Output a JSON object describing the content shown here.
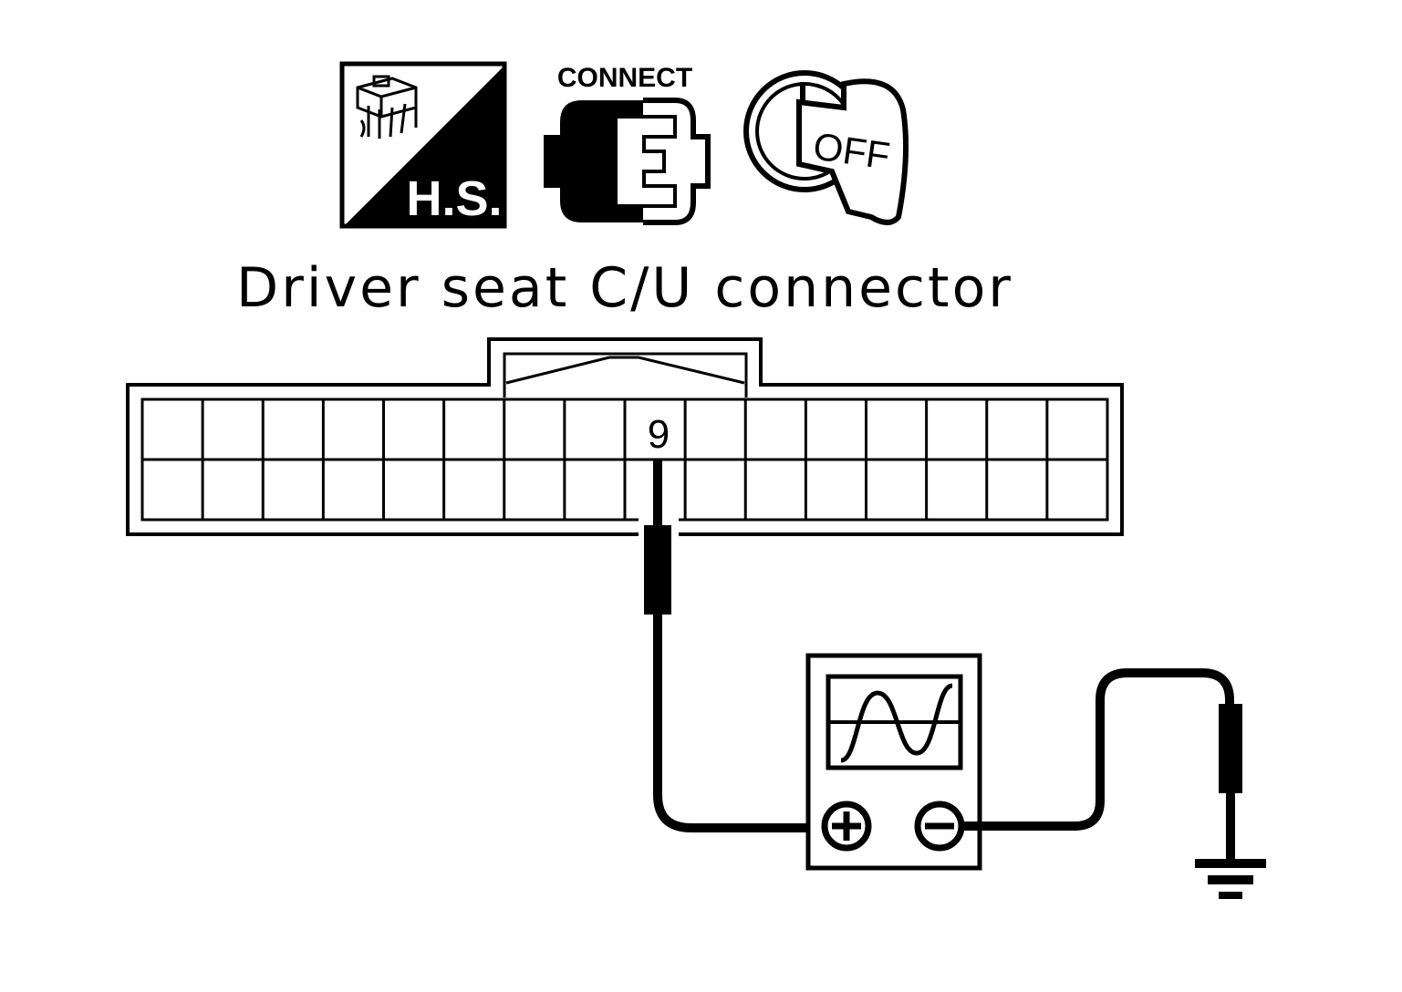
{
  "icons": {
    "harness_side": {
      "label": "H.S.",
      "name": "harness-side-icon"
    },
    "connect": {
      "label": "CONNECT",
      "name": "connect-icon"
    },
    "ignition": {
      "label": "OFF",
      "name": "ignition-off-icon"
    }
  },
  "connector": {
    "title": "Driver seat C/U connector",
    "terminal_label": "9",
    "rows": 2,
    "columns": 16
  },
  "oscilloscope": {
    "positive_symbol": "+",
    "negative_symbol": "−"
  }
}
